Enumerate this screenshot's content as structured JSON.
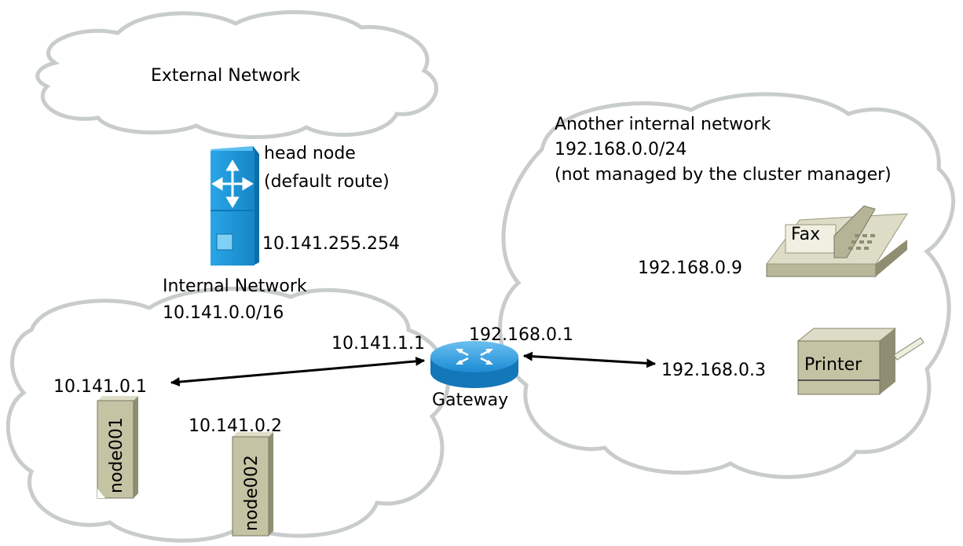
{
  "external_network": {
    "label": "External Network"
  },
  "head_node": {
    "name": "head node",
    "role": "(default route)",
    "ip": "10.141.255.254",
    "icon": "switch-icon"
  },
  "internal_network": {
    "name": "Internal Network",
    "subnet": "10.141.0.0/16"
  },
  "nodes": [
    {
      "name": "node001",
      "ip": "10.141.0.1"
    },
    {
      "name": "node002",
      "ip": "10.141.0.2"
    }
  ],
  "gateway": {
    "label": "Gateway",
    "ip_internal": "10.141.1.1",
    "ip_external": "192.168.0.1",
    "icon": "router-icon"
  },
  "other_network": {
    "line1": "Another internal network",
    "line2": "192.168.0.0/24",
    "line3": "(not managed by the cluster manager)"
  },
  "devices": [
    {
      "name": "Fax",
      "ip": "192.168.0.9",
      "icon": "fax-icon"
    },
    {
      "name": "Printer",
      "ip": "192.168.0.3",
      "icon": "printer-icon"
    }
  ],
  "colors": {
    "cloud_stroke": "#c8cccc",
    "device_body": "#c4c3a4",
    "router_blue": "#1b8ad4",
    "switch_blue": "#1a96d8"
  }
}
